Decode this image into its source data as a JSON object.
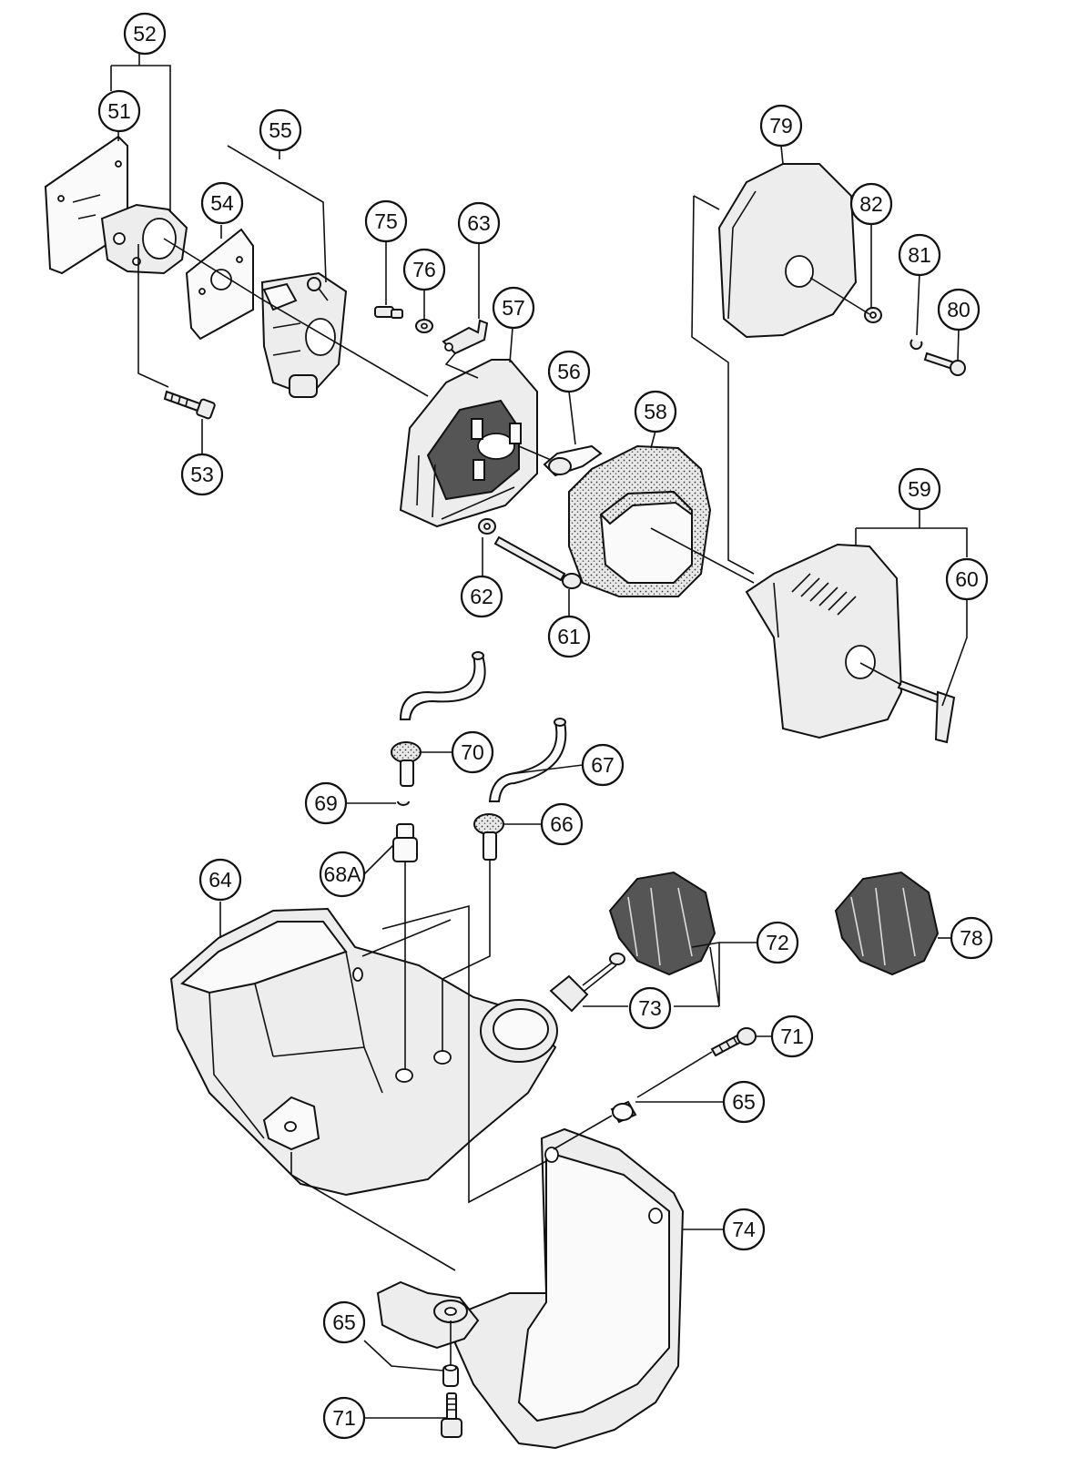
{
  "diagram": {
    "type": "exploded-parts-diagram",
    "callouts": [
      {
        "id": "c52",
        "label": "52"
      },
      {
        "id": "c51",
        "label": "51"
      },
      {
        "id": "c55",
        "label": "55"
      },
      {
        "id": "c54",
        "label": "54"
      },
      {
        "id": "c53",
        "label": "53"
      },
      {
        "id": "c75",
        "label": "75"
      },
      {
        "id": "c63",
        "label": "63"
      },
      {
        "id": "c76",
        "label": "76"
      },
      {
        "id": "c57",
        "label": "57"
      },
      {
        "id": "c56",
        "label": "56"
      },
      {
        "id": "c58",
        "label": "58"
      },
      {
        "id": "c62",
        "label": "62"
      },
      {
        "id": "c61",
        "label": "61"
      },
      {
        "id": "c79",
        "label": "79"
      },
      {
        "id": "c82",
        "label": "82"
      },
      {
        "id": "c81",
        "label": "81"
      },
      {
        "id": "c80",
        "label": "80"
      },
      {
        "id": "c59",
        "label": "59"
      },
      {
        "id": "c60",
        "label": "60"
      },
      {
        "id": "c70",
        "label": "70"
      },
      {
        "id": "c67",
        "label": "67"
      },
      {
        "id": "c69",
        "label": "69"
      },
      {
        "id": "c66",
        "label": "66"
      },
      {
        "id": "c68a",
        "label": "68A"
      },
      {
        "id": "c64",
        "label": "64"
      },
      {
        "id": "c72",
        "label": "72"
      },
      {
        "id": "c78",
        "label": "78"
      },
      {
        "id": "c73",
        "label": "73"
      },
      {
        "id": "c71a",
        "label": "71"
      },
      {
        "id": "c65a",
        "label": "65"
      },
      {
        "id": "c74",
        "label": "74"
      },
      {
        "id": "c65b",
        "label": "65"
      },
      {
        "id": "c71b",
        "label": "71"
      }
    ]
  }
}
